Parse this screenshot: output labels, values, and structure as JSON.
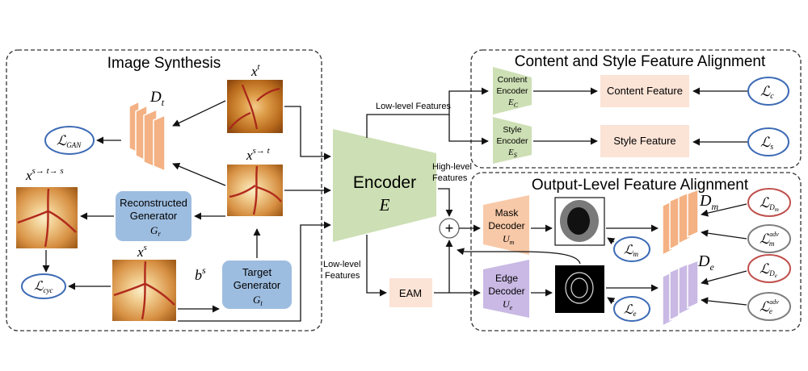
{
  "sections": {
    "image_synthesis": "Image Synthesis",
    "content_style": "Content and Style Feature Alignment",
    "output_level": "Output-Level Feature Alignment"
  },
  "images": {
    "xt": "x",
    "xt_sup": "t",
    "xst": "x",
    "xst_sup": "s→ t",
    "xsts": "x",
    "xsts_sup": "s→ t→ s",
    "xs": "x",
    "xs_sup": "s"
  },
  "discriminator_t": {
    "main": "D",
    "sub": "t"
  },
  "losses": {
    "gan": {
      "main": "ℒ",
      "sub": "GAN"
    },
    "cyc": {
      "main": "ℒ",
      "sub": "cyc"
    },
    "c": {
      "main": "ℒ",
      "sub": "c"
    },
    "s": {
      "main": "ℒ",
      "sub": "s"
    },
    "m": {
      "main": "ℒ",
      "sub": "m"
    },
    "e": {
      "main": "ℒ",
      "sub": "e"
    },
    "dm": {
      "main": "ℒ",
      "sub": "D",
      "subsub": "m"
    },
    "madv": {
      "main": "ℒ",
      "sub": "m",
      "sup": "adv"
    },
    "de": {
      "main": "ℒ",
      "sub": "D",
      "subsub": "e"
    },
    "eadv": {
      "main": "ℒ",
      "sub": "e",
      "sup": "adv"
    }
  },
  "reconstructed_generator": {
    "line1": "Reconstructed",
    "line2": "Generator",
    "symbol": "G",
    "symbol_sub": "r"
  },
  "target_generator": {
    "line1": "Target",
    "line2": "Generator",
    "symbol": "G",
    "symbol_sub": "t"
  },
  "bs": {
    "main": "b",
    "sup": "s"
  },
  "encoder": {
    "label": "Encoder",
    "symbol": "E"
  },
  "features": {
    "low_top": "Low-level Features",
    "high_line1": "High-level",
    "high_line2": "Features",
    "low_bottom_line1": "Low-level",
    "low_bottom_line2": "Features"
  },
  "content_encoder": {
    "line1": "Content",
    "line2": "Encoder",
    "symbol": "E",
    "symbol_sub": "C"
  },
  "style_encoder": {
    "line1": "Style",
    "line2": "Encoder",
    "symbol": "E",
    "symbol_sub": "S"
  },
  "content_feature": "Content Feature",
  "style_feature": "Style Feature",
  "plus": "+",
  "eam": "EAM",
  "mask_decoder": {
    "line1": "Mask",
    "line2": "Decoder",
    "symbol": "U",
    "symbol_sub": "m"
  },
  "edge_decoder": {
    "line1": "Edge",
    "line2": "Decoder",
    "symbol": "U",
    "symbol_sub": "e"
  },
  "discriminator_m": {
    "main": "D",
    "sub": "m"
  },
  "discriminator_e": {
    "main": "D",
    "sub": "e"
  },
  "colors": {
    "fundus_bg": "#c0781e",
    "encoder": "#cddfb4",
    "generator": "#9dbde0",
    "feature_box": "#fbe3d6",
    "orange_disc": "#f4b183",
    "purple_disc": "#c9b9e4",
    "loss_blue": "#3d6bb5",
    "loss_red": "#c0504d"
  }
}
